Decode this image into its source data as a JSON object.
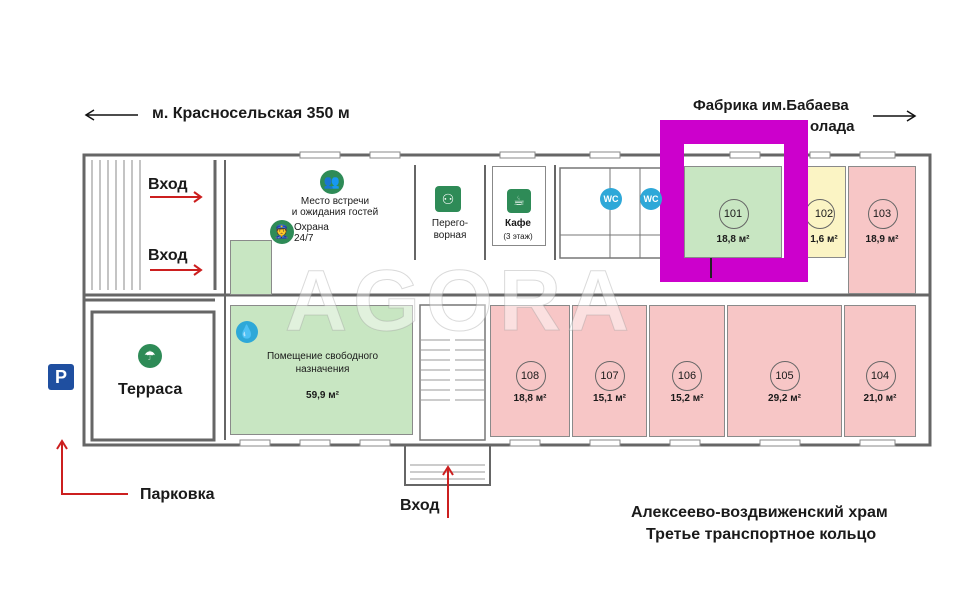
{
  "labels": {
    "metro": "м. Красносельская 350 м",
    "factory": "Фабрика им.Бабаева",
    "factory_tail": "олада",
    "parking": "Парковка",
    "parking_sign": "P",
    "entrance_1": "Вход",
    "entrance_2": "Вход",
    "entrance_3": "Вход",
    "church": "Алексеево-воздвиженский храм",
    "ring": "Третье транспортное кольцо",
    "meeting": "Место встречи\nи ожидания гостей",
    "guard": "Охрана\n24/7",
    "negotiation": "Перего-\nворная",
    "cafe": "Кафе",
    "cafe_floor": "(3 этаж)",
    "free_room": "Помещение свободного\nназначения",
    "free_room_area": "59,9 м²",
    "terrace": "Терраса",
    "wc": "WC",
    "watermark": "AGORA"
  },
  "rooms": [
    {
      "id": "101",
      "area": "18,8 м²",
      "status": "free"
    },
    {
      "id": "102",
      "area": "1,6 м²",
      "status": "yellow"
    },
    {
      "id": "103",
      "area": "18,9 м²",
      "status": "occupied"
    },
    {
      "id": "104",
      "area": "21,0 м²",
      "status": "occupied"
    },
    {
      "id": "105",
      "area": "29,2 м²",
      "status": "occupied"
    },
    {
      "id": "106",
      "area": "15,2 м²",
      "status": "occupied"
    },
    {
      "id": "107",
      "area": "15,1 м²",
      "status": "occupied"
    },
    {
      "id": "108",
      "area": "18,8 м²",
      "status": "occupied"
    }
  ],
  "colors": {
    "free": "#c8e6c2",
    "occupied": "#f7c6c6",
    "yellow": "#fbf4c4",
    "highlight": "#cc00cc",
    "arrow_red": "#cc1f1f",
    "icon_green": "#2e8b57",
    "wc_blue": "#2ea8d8",
    "parking_blue": "#1f4fa0"
  }
}
